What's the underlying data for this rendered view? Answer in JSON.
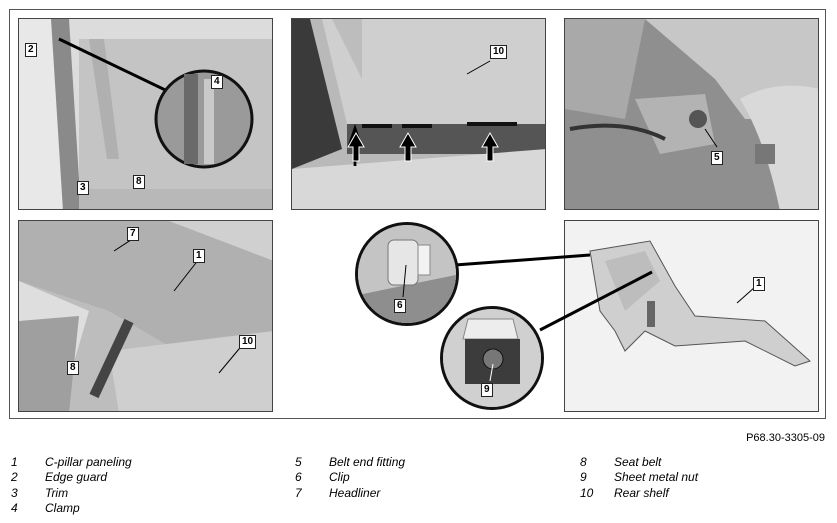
{
  "figure_ref": "P68.30-3305-09",
  "callouts": {
    "p1": [
      "2",
      "4",
      "3",
      "8"
    ],
    "p2": [
      "10"
    ],
    "p3": [
      "5"
    ],
    "p4": [
      "7",
      "1",
      "10",
      "8"
    ],
    "circle_a": [
      "6"
    ],
    "circle_b": [
      "9"
    ],
    "p6": [
      "1"
    ]
  },
  "legend": [
    [
      {
        "num": "1",
        "label": "C-pillar paneling"
      },
      {
        "num": "2",
        "label": "Edge guard"
      },
      {
        "num": "3",
        "label": "Trim"
      },
      {
        "num": "4",
        "label": "Clamp"
      }
    ],
    [
      {
        "num": "5",
        "label": "Belt end fitting"
      },
      {
        "num": "6",
        "label": "Clip"
      },
      {
        "num": "7",
        "label": "Headliner"
      }
    ],
    [
      {
        "num": "8",
        "label": "Seat belt"
      },
      {
        "num": "9",
        "label": "Sheet metal nut"
      },
      {
        "num": "10",
        "label": "Rear shelf"
      }
    ]
  ]
}
